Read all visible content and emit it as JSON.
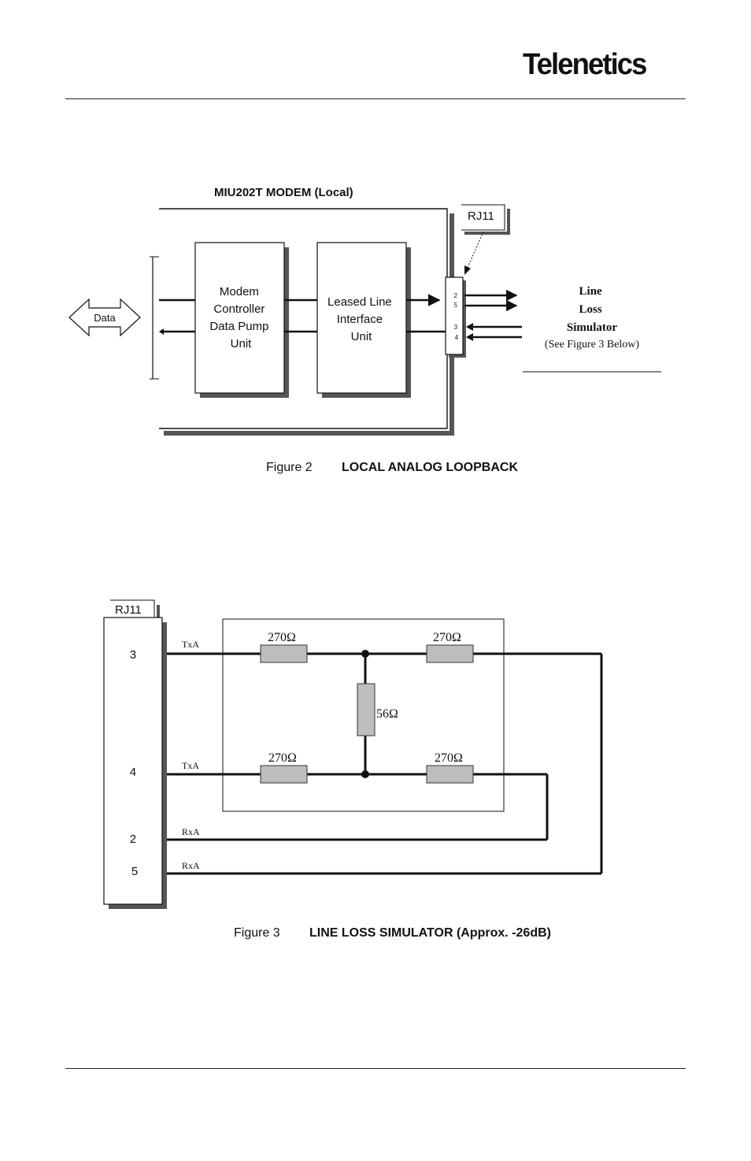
{
  "header": {
    "logo_text": "Telenetics"
  },
  "figure2": {
    "modem_title": "MIU202T MODEM (Local)",
    "rj11_label": "RJ11",
    "data_label": "Data",
    "controller_lines": [
      "Modem",
      "Controller",
      "Data Pump",
      "Unit"
    ],
    "interface_lines": [
      "Leased Line",
      "Interface",
      "Unit"
    ],
    "pins": [
      "2",
      "5",
      "3",
      "4"
    ],
    "simulator_lines": [
      "Line",
      "Loss",
      "Simulator"
    ],
    "simulator_ref": "(See Figure 3 Below)",
    "caption_number": "Figure 2",
    "caption_title": "LOCAL ANALOG LOOPBACK"
  },
  "figure3": {
    "rj11_label": "RJ11",
    "pins": [
      "3",
      "4",
      "2",
      "5"
    ],
    "signals": [
      "TxA",
      "TxA",
      "RxA",
      "RxA"
    ],
    "resistors": [
      "270Ω",
      "270Ω",
      "56Ω",
      "270Ω",
      "270Ω"
    ],
    "caption_number": "Figure 3",
    "caption_title": "LINE LOSS SIMULATOR (Approx. -26dB)"
  },
  "colors": {
    "line": "#111111",
    "shadow": "#555555",
    "resistor_fill": "#bdbdbd",
    "box_fill": "#ffffff"
  }
}
